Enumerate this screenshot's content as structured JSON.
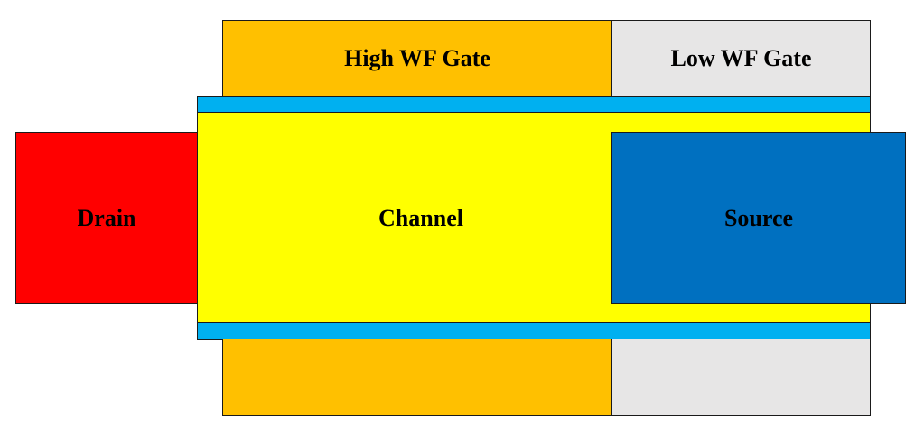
{
  "diagram": {
    "labels": {
      "high_wf_gate": "High WF Gate",
      "low_wf_gate": "Low WF Gate",
      "channel": "Channel",
      "drain": "Drain",
      "source": "Source"
    },
    "colors": {
      "high_wf_gate": "#FFC000",
      "low_wf_gate": "#E7E6E6",
      "oxide": "#00B0F0",
      "channel": "#FFFF00",
      "drain": "#FF0000",
      "source": "#0070C0",
      "outline": "#1A1A1A"
    }
  }
}
